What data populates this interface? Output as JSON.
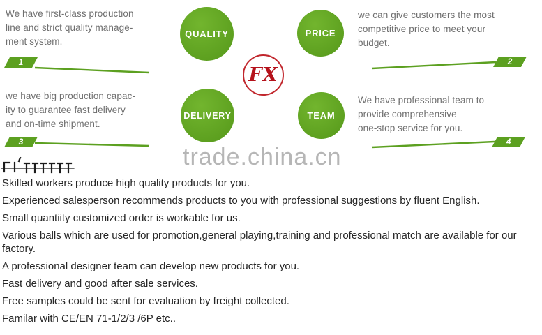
{
  "logo": {
    "text": "FX"
  },
  "watermark": {
    "text": "trade.china.cn"
  },
  "colors": {
    "green": "#5ca020",
    "logo_red": "#b5121b",
    "description_gray": "#6f6f6f",
    "watermark_gray": "#b6b6b6",
    "list_text": "#262626"
  },
  "features": [
    {
      "label": "QUALITY",
      "number": "1",
      "lines": [
        "We have first-class production",
        "line and strict quality manage-",
        "ment system."
      ]
    },
    {
      "label": "PRICE",
      "number": "2",
      "lines": [
        "we can give customers the most",
        "competitive price to meet your",
        "budget."
      ]
    },
    {
      "label": "DELIVERY",
      "number": "3",
      "lines": [
        "we have big production capac-",
        "ity to guarantee fast delivery",
        "and on-time shipment."
      ]
    },
    {
      "label": "TEAM",
      "number": "4",
      "lines": [
        "We have professional team to",
        "provide comprehensive",
        "one-stop service for you."
      ]
    }
  ],
  "bullets": [
    "Skilled workers produce high quality products for you.",
    "Experienced salesperson recommends products to you with professional suggestions by fluent English.",
    "Small quantiity customized order is workable for us.",
    "Various balls which are used for promotion,general playing,training and professional match are available for our factory.",
    "A professional designer team can develop new products for you.",
    "Fast delivery and good after sale services.",
    "Free samples could be sent for evaluation by freight collected.",
    "Familar with CE/EN 71-1/2/3 /6P etc.."
  ]
}
